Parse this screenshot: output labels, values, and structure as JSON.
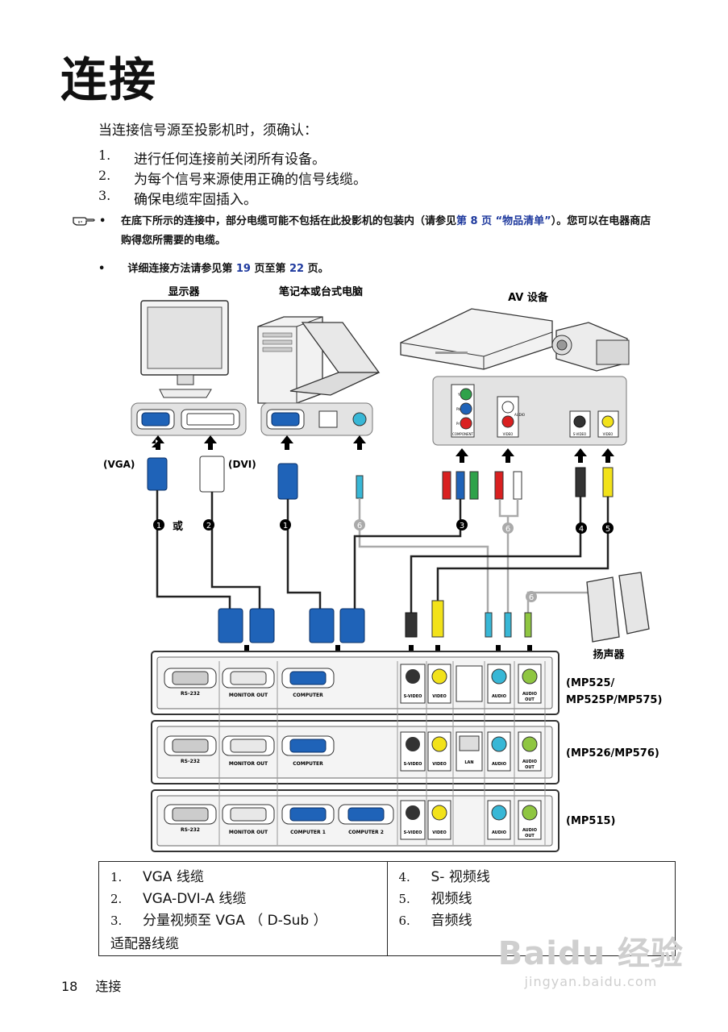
{
  "page": {
    "title": "连接",
    "intro": "当连接信号源至投影机时，须确认：",
    "steps": [
      {
        "num": "1.",
        "text": "进行任何连接前关闭所有设备。"
      },
      {
        "num": "2.",
        "text": "为每个信号来源使用正确的信号线缆。"
      },
      {
        "num": "3.",
        "text": "确保电缆牢固插入。"
      }
    ],
    "note": {
      "bullet": "•",
      "part1": "在底下所示的连接中，部分电缆可能不包括在此投影机的包装内（请参见",
      "link": "第 8 页 “物品清单”",
      "part2": "）。您可以在电器商店购得您所需要的电缆。"
    },
    "note2": {
      "bullet": "•",
      "part1": "详细连接方法请参见第 ",
      "link1": "19",
      "part2": " 页至第 ",
      "link2": "22",
      "part3": " 页。"
    }
  },
  "diagram": {
    "devices": {
      "monitor": "显示器",
      "computer": "笔记本或台式电脑",
      "av": "AV 设备",
      "speakers": "扬声器"
    },
    "plug_labels": {
      "vga": "(VGA)",
      "dvi": "(DVI)",
      "or": "或"
    },
    "av_panel": {
      "component": "COMPONENT",
      "video": "VIDEO",
      "svideo": "S-VIDEO",
      "video2": "VIDEO",
      "y": "Y",
      "pb": "Pb",
      "pr": "Pr",
      "audio": "AUDIO"
    },
    "cable_numbers": [
      "1",
      "2",
      "1",
      "6",
      "3",
      "6",
      "4",
      "5",
      "6"
    ],
    "models": [
      {
        "label1": "(MP525/",
        "label2": "MP525P/MP575)"
      },
      {
        "label1": "(MP526/MP576)"
      },
      {
        "label1": "(MP515)"
      }
    ],
    "ports": {
      "rs232": "RS-232",
      "monitor_out": "MONITOR OUT",
      "computer": "COMPUTER",
      "computer1": "COMPUTER 1",
      "computer2": "COMPUTER 2",
      "svideo": "S-VIDEO",
      "video": "VIDEO",
      "lan": "LAN",
      "audio": "AUDIO",
      "audio_out_1": "AUDIO",
      "audio_out_2": "OUT"
    }
  },
  "cables": {
    "left": [
      {
        "num": "1.",
        "text": "VGA 线缆"
      },
      {
        "num": "2.",
        "text": "VGA-DVI-A 线缆"
      },
      {
        "num": "3.",
        "text": "分量视频至 VGA （ D-Sub ）",
        "cont": "适配器线缆"
      }
    ],
    "right": [
      {
        "num": "4.",
        "text": "S- 视频线"
      },
      {
        "num": "5.",
        "text": "视频线"
      },
      {
        "num": "6.",
        "text": "音频线"
      }
    ]
  },
  "footer": {
    "page_number": "18",
    "section": "连接"
  },
  "watermark": {
    "logo": "Baidu 经验",
    "url": "jingyan.baidu.com"
  },
  "colors": {
    "vga_blue": "#1f63b8",
    "link_blue": "#1f3a9e",
    "audio_cyan": "#38b7d6",
    "audio_green": "#8fc641",
    "video_yellow": "#f2e21a",
    "red": "#d92020",
    "green": "#2fa24a"
  }
}
